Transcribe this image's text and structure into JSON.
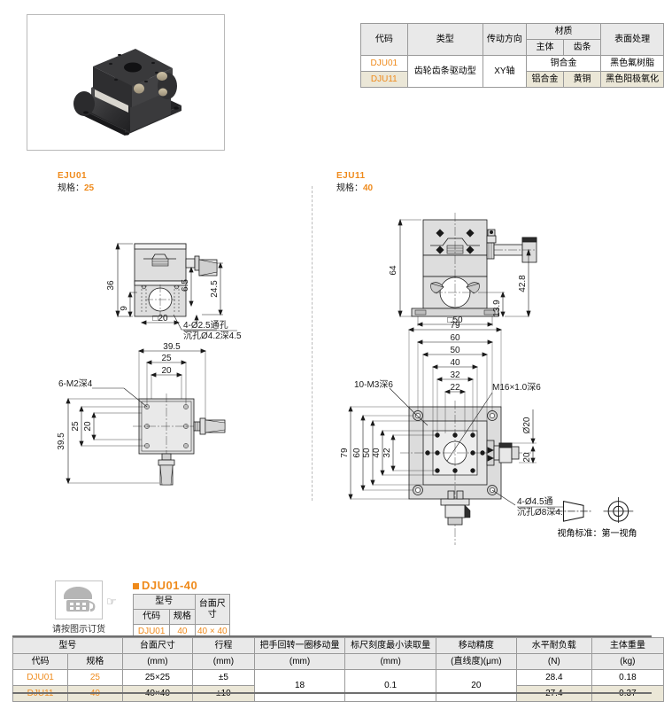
{
  "photo": {
    "alt_name": "xy-stage-product-photo"
  },
  "material_table": {
    "headers": {
      "code": "代码",
      "type": "类型",
      "drive_direction": "传动方向",
      "material": "材质",
      "body": "主体",
      "rack": "齿条",
      "surface": "表面处理"
    },
    "rows": [
      {
        "code": "DJU01",
        "type": "齿轮齿条驱动型",
        "drive_direction": "XY轴",
        "material_merged": "铜合金",
        "body": "",
        "rack": "",
        "surface": "黑色氟树脂"
      },
      {
        "code": "DJU11",
        "type": "",
        "drive_direction": "",
        "material_merged": "",
        "body": "铝合金",
        "rack": "黄铜",
        "surface": "黑色阳极氧化"
      }
    ]
  },
  "drawing_left": {
    "model": "EJU01",
    "spec_label": "规格：",
    "spec_value": "25",
    "front_view": {
      "dims": [
        "36",
        "9",
        "6.5",
        "24.5",
        "□20"
      ],
      "notes": [
        "4-Ø2.5通孔",
        "沉孔Ø4.2深4.5"
      ]
    },
    "top_view": {
      "dims": [
        "39.5",
        "25",
        "20",
        "39.5",
        "25",
        "20"
      ],
      "notes": [
        "6-M2深4"
      ]
    }
  },
  "drawing_right": {
    "model": "EJU11",
    "spec_label": "规格：",
    "spec_value": "40",
    "front_view": {
      "dims": [
        "64",
        "42.8",
        "13.9",
        "□50"
      ]
    },
    "top_view": {
      "dims": [
        "79",
        "60",
        "50",
        "40",
        "32",
        "22",
        "79",
        "60",
        "50",
        "40",
        "32",
        "Ø20",
        "20"
      ],
      "notes": [
        "10-M3深6",
        "M16×1.0深6",
        "4-Ø4.5通",
        "沉孔Ø8深4.5"
      ]
    }
  },
  "projection": {
    "label": "视角标准：第一视角"
  },
  "order_block": {
    "note": "请按图示订货",
    "title": "DJU01-40",
    "headers": {
      "model": "型号",
      "code": "代码",
      "spec": "规格",
      "table_size": "台面尺寸"
    },
    "row": {
      "code": "DJU01",
      "spec": "40",
      "table_size": "40 × 40"
    }
  },
  "spec_table": {
    "headers": {
      "model": "型号",
      "code": "代码",
      "spec": "规格",
      "table_size": "台面尺寸",
      "table_size_unit": "(mm)",
      "stroke": "行程",
      "stroke_unit": "(mm)",
      "per_turn": "把手回转一圈移动量",
      "per_turn_unit": "(mm)",
      "min_read": "标尺刻度最小读取量",
      "min_read_unit": "(mm)",
      "accuracy": "移动精度",
      "accuracy_unit": "(直线度)(μm)",
      "load": "水平耐负载",
      "load_unit": "(N)",
      "weight": "主体重量",
      "weight_unit": "(kg)"
    },
    "rows": [
      {
        "code": "DJU01",
        "spec": "25",
        "table_size": "25×25",
        "stroke": "±5",
        "per_turn": "18",
        "min_read": "0.1",
        "accuracy": "20",
        "load": "28.4",
        "weight": "0.18"
      },
      {
        "code": "DJU11",
        "spec": "40",
        "table_size": "40×40",
        "stroke": "±10",
        "per_turn": "",
        "min_read": "",
        "accuracy": "",
        "load": "27.4",
        "weight": "0.37"
      }
    ]
  },
  "colors": {
    "accent_orange": "#ef8a1b",
    "header_gray": "#e9e9e9",
    "row_beige": "#ebe7d7",
    "border_gray": "#9a9a9a",
    "line_dark": "#1a1a1a"
  }
}
